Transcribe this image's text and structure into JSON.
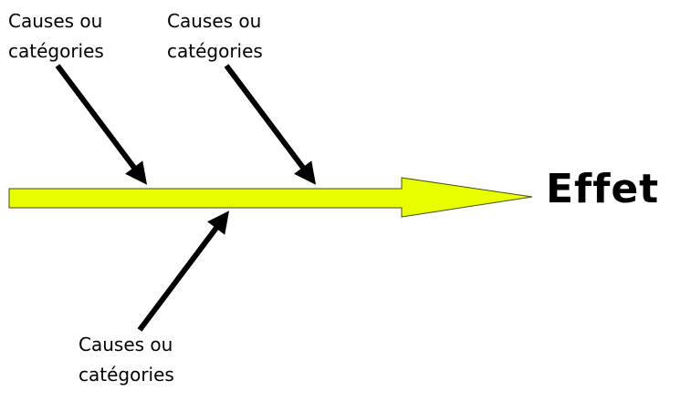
{
  "causes": [
    {
      "line1": "Causes ou",
      "line2": "catégories"
    },
    {
      "line1": "Causes ou",
      "line2": "catégories"
    },
    {
      "line1": "Causes ou",
      "line2": "catégories"
    }
  ],
  "effect": {
    "label": "Effet"
  },
  "colors": {
    "spine_fill": "#e8ff00",
    "spine_stroke": "#4a4a10",
    "arrow": "#000000",
    "background": "#ffffff"
  }
}
